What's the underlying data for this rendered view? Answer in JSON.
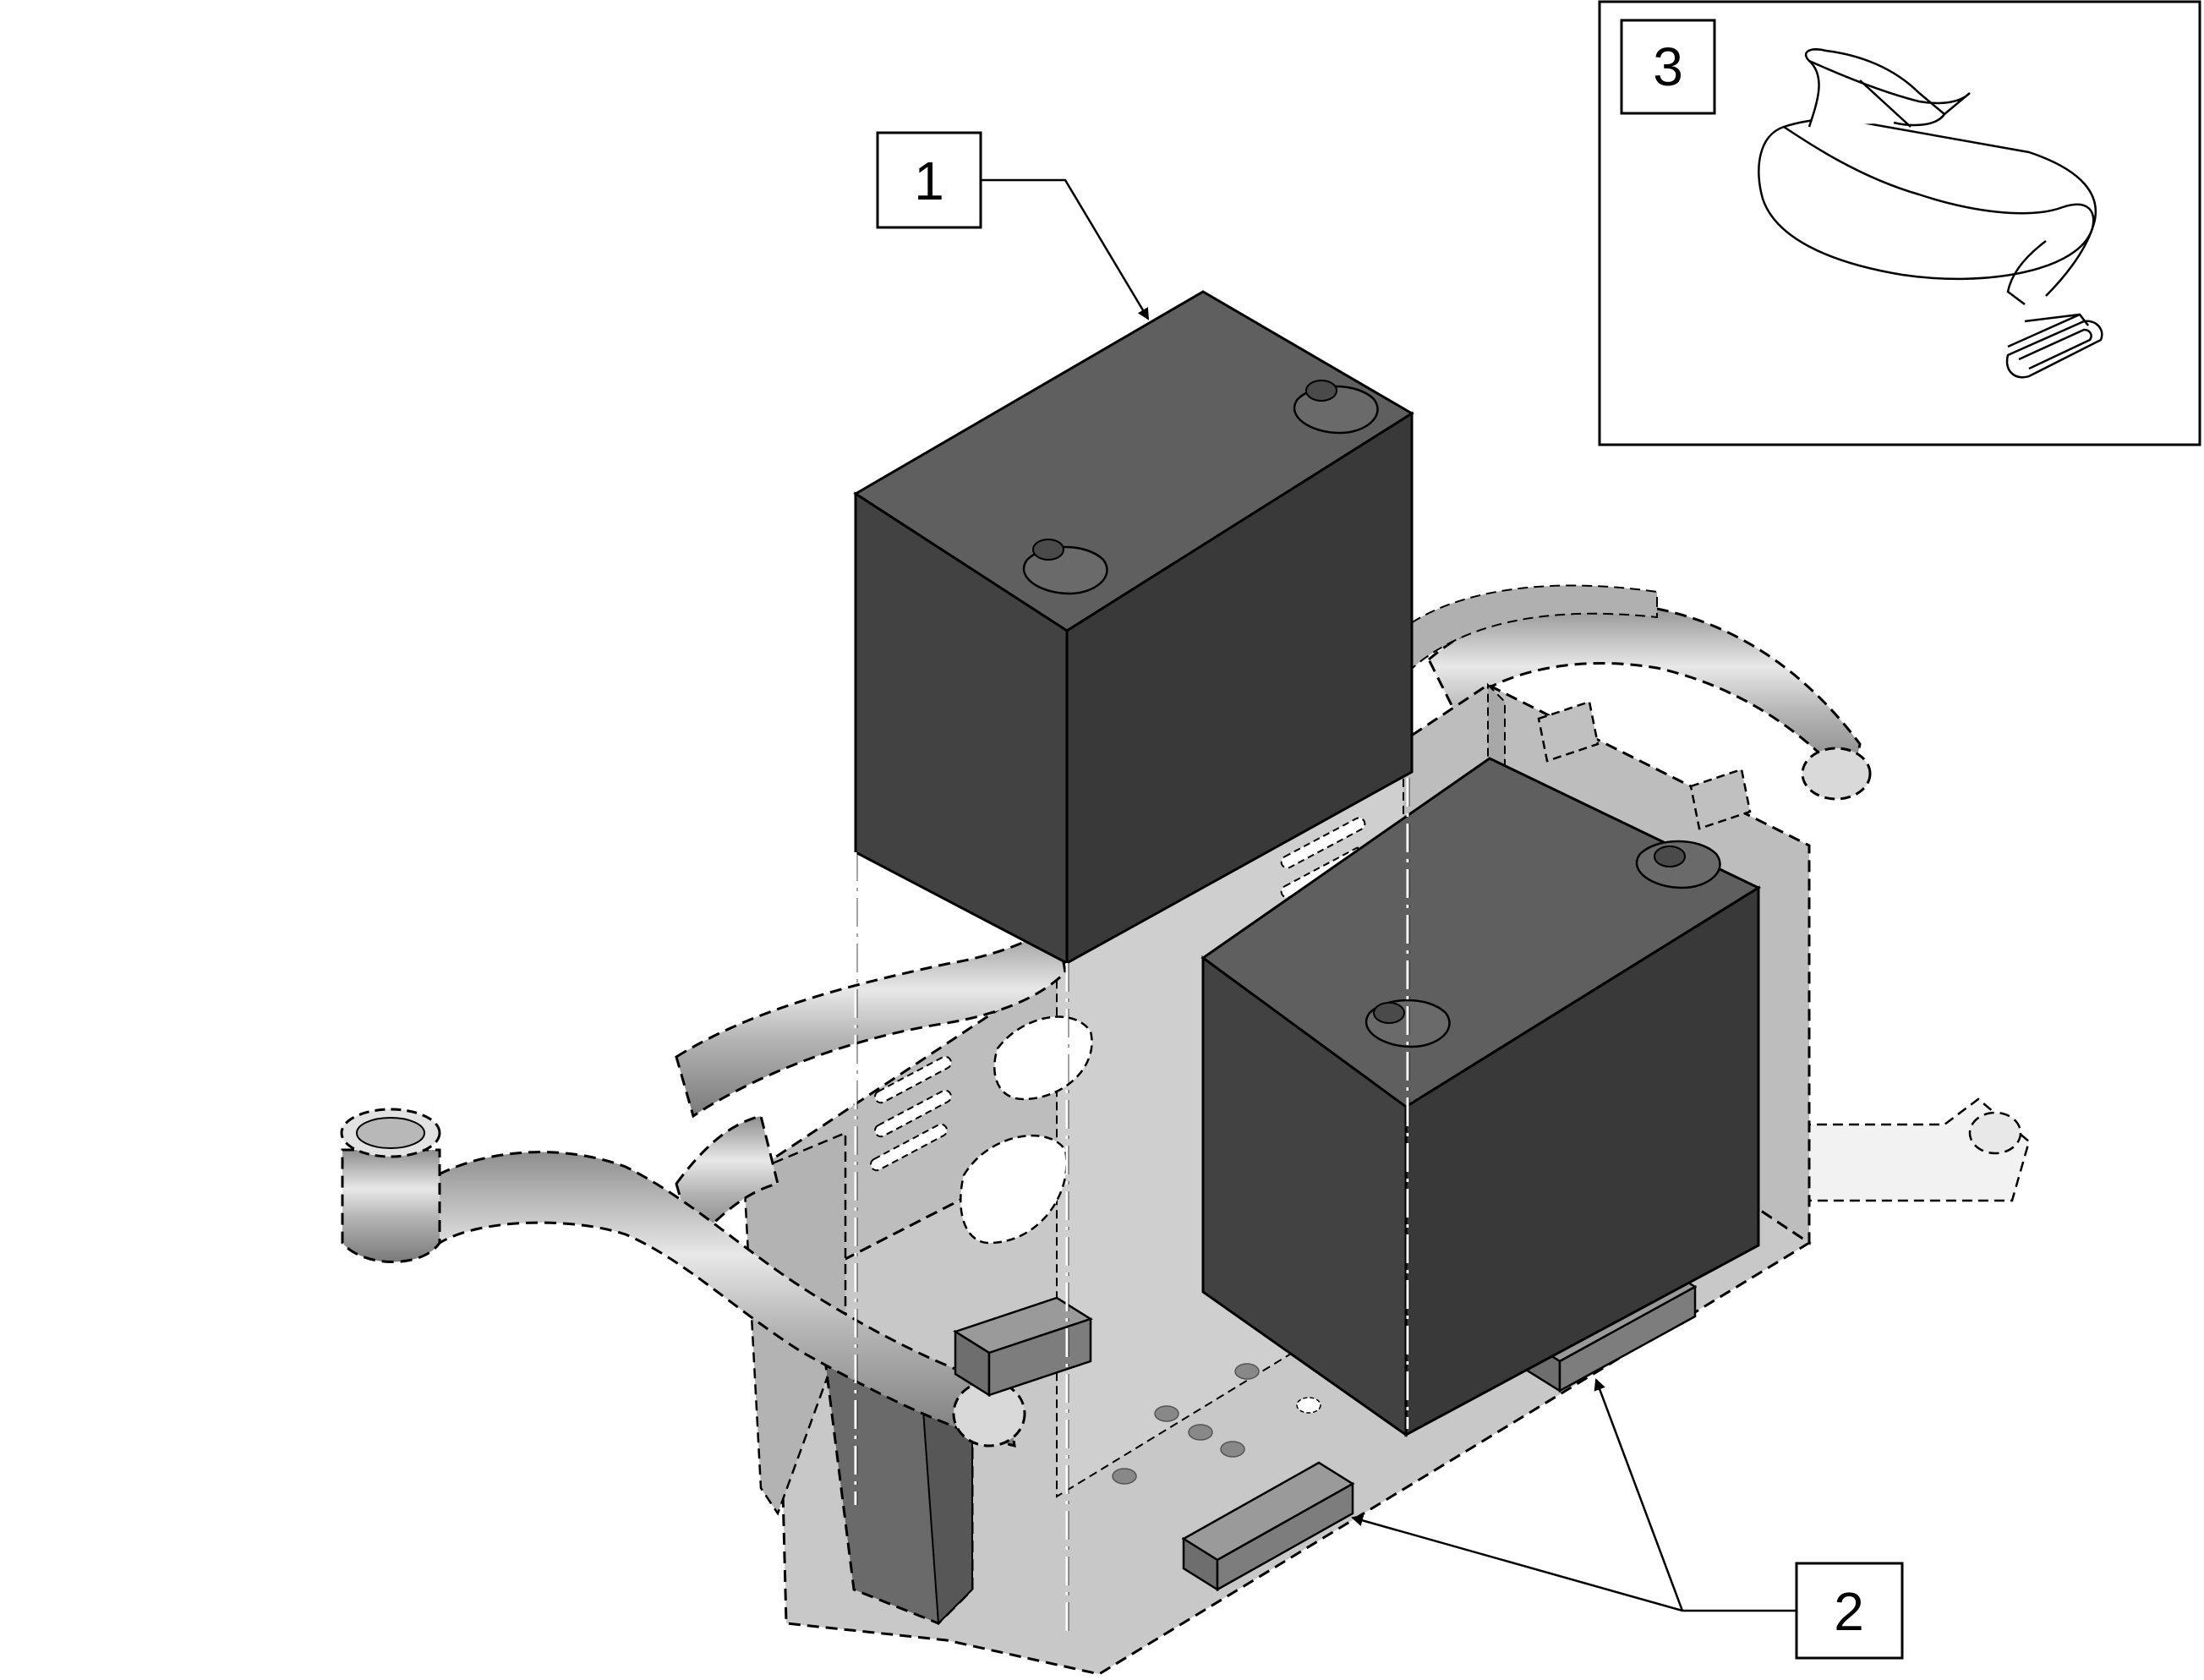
{
  "diagram": {
    "callouts": [
      {
        "id": "1",
        "label": "1",
        "part": "battery"
      },
      {
        "id": "2",
        "label": "2",
        "part": "battery-spacer-block"
      },
      {
        "id": "3",
        "label": "3",
        "part": "battery-strap"
      }
    ],
    "colors": {
      "battery_top": "#5f5f5f",
      "battery_front": "#424242",
      "battery_side": "#393939",
      "frame_fill": "#c4c4c4",
      "tube_fill": "#aaaaaa",
      "spacer_top": "#9a9a9a",
      "spacer_front": "#6e6e6e",
      "outline": "#000000",
      "background": "#ffffff"
    }
  }
}
